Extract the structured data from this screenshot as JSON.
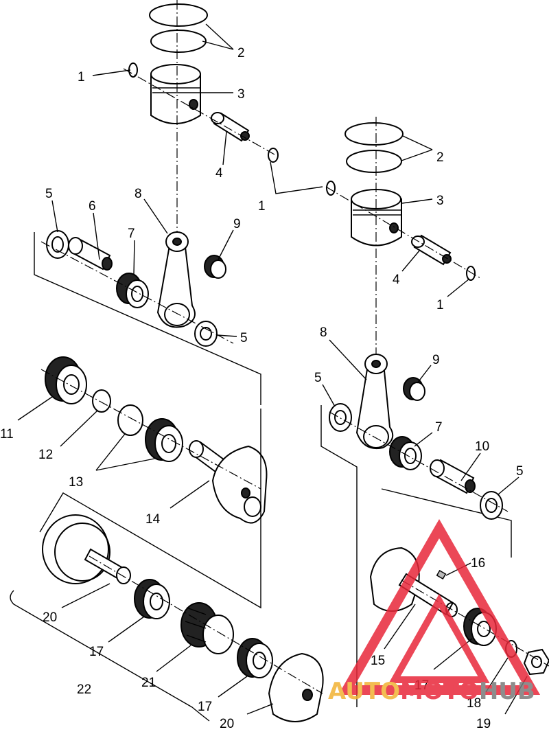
{
  "callouts": [
    {
      "id": "c1a",
      "text": "1"
    },
    {
      "id": "c2a",
      "text": "2"
    },
    {
      "id": "c3a",
      "text": "3"
    },
    {
      "id": "c4a",
      "text": "4"
    },
    {
      "id": "c5a",
      "text": "5"
    },
    {
      "id": "c6",
      "text": "6"
    },
    {
      "id": "c7a",
      "text": "7"
    },
    {
      "id": "c8a",
      "text": "8"
    },
    {
      "id": "c9a",
      "text": "9"
    },
    {
      "id": "c5b",
      "text": "5"
    },
    {
      "id": "c1b",
      "text": "1"
    },
    {
      "id": "c2b",
      "text": "2"
    },
    {
      "id": "c3b",
      "text": "3"
    },
    {
      "id": "c4b",
      "text": "4"
    },
    {
      "id": "c1c",
      "text": "1"
    },
    {
      "id": "c8b",
      "text": "8"
    },
    {
      "id": "c9b",
      "text": "9"
    },
    {
      "id": "c5c",
      "text": "5"
    },
    {
      "id": "c7b",
      "text": "7"
    },
    {
      "id": "c10",
      "text": "10"
    },
    {
      "id": "c5d",
      "text": "5"
    },
    {
      "id": "c11",
      "text": "11"
    },
    {
      "id": "c12",
      "text": "12"
    },
    {
      "id": "c13",
      "text": "13"
    },
    {
      "id": "c14",
      "text": "14"
    },
    {
      "id": "c20a",
      "text": "20"
    },
    {
      "id": "c17a",
      "text": "17"
    },
    {
      "id": "c21",
      "text": "21"
    },
    {
      "id": "c22",
      "text": "22"
    },
    {
      "id": "c17b",
      "text": "17"
    },
    {
      "id": "c20b",
      "text": "20"
    },
    {
      "id": "c16",
      "text": "16"
    },
    {
      "id": "c15",
      "text": "15"
    },
    {
      "id": "c17c",
      "text": "17"
    },
    {
      "id": "c18",
      "text": "18"
    },
    {
      "id": "c19",
      "text": "19"
    }
  ],
  "watermark": {
    "part1": "AUTO",
    "part2": "MOTO",
    "part3": "HUB",
    "color_red": "#e8283a",
    "color_gold": "#f2b233",
    "color_grey": "#7a7a7a"
  }
}
